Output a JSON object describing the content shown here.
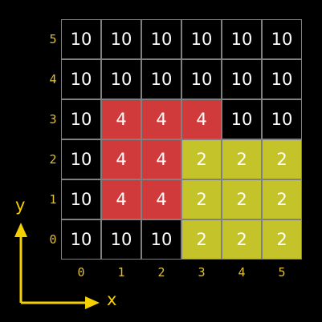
{
  "colors": {
    "background": "#000000",
    "grid_line": "#808080",
    "black_cell": "#000000",
    "red_cell": "#d03a3a",
    "yellow_cell": "#c4c32a",
    "text": "#ffffff",
    "label": "#e0c030",
    "axis": "#f5d000"
  },
  "grid": {
    "row_labels": [
      "5",
      "4",
      "3",
      "2",
      "1",
      "0"
    ],
    "col_labels": [
      "0",
      "1",
      "2",
      "3",
      "4",
      "5"
    ],
    "rows": [
      [
        {
          "value": "10",
          "color": "black"
        },
        {
          "value": "10",
          "color": "black"
        },
        {
          "value": "10",
          "color": "black"
        },
        {
          "value": "10",
          "color": "black"
        },
        {
          "value": "10",
          "color": "black"
        },
        {
          "value": "10",
          "color": "black"
        }
      ],
      [
        {
          "value": "10",
          "color": "black"
        },
        {
          "value": "10",
          "color": "black"
        },
        {
          "value": "10",
          "color": "black"
        },
        {
          "value": "10",
          "color": "black"
        },
        {
          "value": "10",
          "color": "black"
        },
        {
          "value": "10",
          "color": "black"
        }
      ],
      [
        {
          "value": "10",
          "color": "black"
        },
        {
          "value": "4",
          "color": "red"
        },
        {
          "value": "4",
          "color": "red"
        },
        {
          "value": "4",
          "color": "red"
        },
        {
          "value": "10",
          "color": "black"
        },
        {
          "value": "10",
          "color": "black"
        }
      ],
      [
        {
          "value": "10",
          "color": "black"
        },
        {
          "value": "4",
          "color": "red"
        },
        {
          "value": "4",
          "color": "red"
        },
        {
          "value": "2",
          "color": "yellow"
        },
        {
          "value": "2",
          "color": "yellow"
        },
        {
          "value": "2",
          "color": "yellow"
        }
      ],
      [
        {
          "value": "10",
          "color": "black"
        },
        {
          "value": "4",
          "color": "red"
        },
        {
          "value": "4",
          "color": "red"
        },
        {
          "value": "2",
          "color": "yellow"
        },
        {
          "value": "2",
          "color": "yellow"
        },
        {
          "value": "2",
          "color": "yellow"
        }
      ],
      [
        {
          "value": "10",
          "color": "black"
        },
        {
          "value": "10",
          "color": "black"
        },
        {
          "value": "10",
          "color": "black"
        },
        {
          "value": "2",
          "color": "yellow"
        },
        {
          "value": "2",
          "color": "yellow"
        },
        {
          "value": "2",
          "color": "yellow"
        }
      ]
    ]
  },
  "axes": {
    "x_label": "x",
    "y_label": "y"
  }
}
